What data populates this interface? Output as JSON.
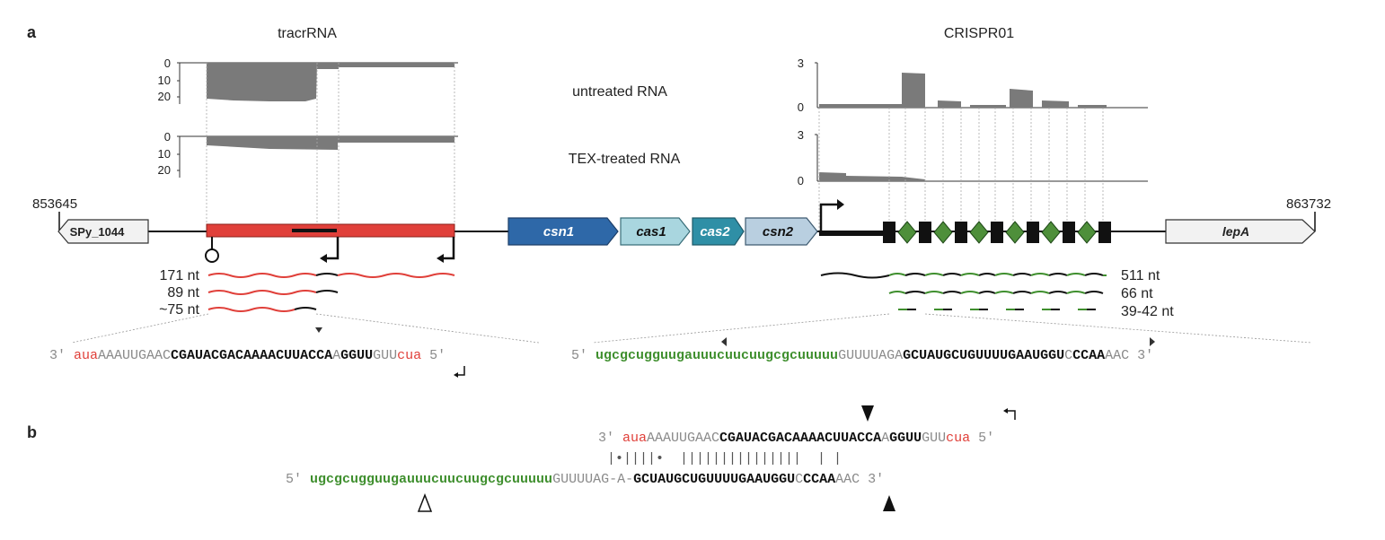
{
  "panels": {
    "a": "a",
    "b": "b"
  },
  "titles": {
    "tracr": "tracrRNA",
    "crispr": "CRISPR01"
  },
  "tracks": {
    "untreated": "untreated RNA",
    "tex": "TEX-treated RNA"
  },
  "axes": {
    "tracr_ticks": [
      "0",
      "10",
      "20"
    ],
    "crispr_ticks": [
      "3",
      "0"
    ]
  },
  "coords": {
    "left": "853645",
    "right": "863732"
  },
  "genes": {
    "spy": "SPy_1044",
    "csn1": "csn1",
    "cas1": "cas1",
    "cas2": "cas2",
    "csn2": "csn2",
    "lepa": "lepA"
  },
  "transcripts_tracr": [
    "171 nt",
    "89 nt",
    "~75 nt"
  ],
  "transcripts_crispr": [
    "511 nt",
    "66 nt",
    "39-42 nt"
  ],
  "seq_a_tracr": [
    {
      "t": "3'",
      "c": "grey",
      "b": false
    },
    {
      "t": "aua",
      "c": "red",
      "b": false
    },
    {
      "t": "AAAUUGAAC",
      "c": "grey",
      "b": false
    },
    {
      "t": "CGAUACGACAAAACUUACCA",
      "c": "black",
      "b": true
    },
    {
      "t": "A",
      "c": "grey",
      "b": false
    },
    {
      "t": "GGUU",
      "c": "black",
      "b": true
    },
    {
      "t": "GUU",
      "c": "grey",
      "b": false
    },
    {
      "t": "cua",
      "c": "red",
      "b": false
    },
    {
      "t": "5'",
      "c": "grey",
      "b": false
    }
  ],
  "seq_a_crispr": [
    {
      "t": "5'",
      "c": "grey",
      "b": false
    },
    {
      "t": "ugcgcugguugauuucuucuugcgcuuuuu",
      "c": "green",
      "b": true
    },
    {
      "t": "GUUUUAGA",
      "c": "grey",
      "b": false
    },
    {
      "t": "GCUAUGCUGUUUUGAAUGGU",
      "c": "black",
      "b": true
    },
    {
      "t": "C",
      "c": "grey",
      "b": false
    },
    {
      "t": "CCAA",
      "c": "black",
      "b": true
    },
    {
      "t": "AAC 3'",
      "c": "grey",
      "b": false
    }
  ],
  "seq_b_top": [
    {
      "t": "3'",
      "c": "grey",
      "b": false
    },
    {
      "t": "aua",
      "c": "red",
      "b": false
    },
    {
      "t": "AAAUUGAAC",
      "c": "grey",
      "b": false
    },
    {
      "t": "CGAUACGACAAAACUUACCA",
      "c": "black",
      "b": true
    },
    {
      "t": "A",
      "c": "grey",
      "b": false
    },
    {
      "t": "GGUU",
      "c": "black",
      "b": true
    },
    {
      "t": "GUU",
      "c": "grey",
      "b": false
    },
    {
      "t": "cua",
      "c": "red",
      "b": false
    },
    {
      "t": "5'",
      "c": "grey",
      "b": false
    }
  ],
  "seq_b_pairs": "|•||||•  |||||||||||||||  | |",
  "seq_b_bottom": [
    {
      "t": "5'",
      "c": "grey",
      "b": false
    },
    {
      "t": "ugcgcugguugauuucuucuugcgcuuuuu",
      "c": "green",
      "b": true
    },
    {
      "t": "GUUUUAG-A-",
      "c": "grey",
      "b": false
    },
    {
      "t": "GCUAUGCUGUUUUGAAUGGU",
      "c": "black",
      "b": true
    },
    {
      "t": "C",
      "c": "grey",
      "b": false
    },
    {
      "t": "CCAA",
      "c": "black",
      "b": true
    },
    {
      "t": "AAC 3'",
      "c": "grey",
      "b": false
    }
  ],
  "colors": {
    "red": "#e0403a",
    "green": "#3f8f2e",
    "grey": "#8a8a8a",
    "black": "#111111",
    "csn1": "#2e68a8",
    "cas1": "#a9d6df",
    "cas2": "#2f8fa6",
    "csn2": "#b9cfe0",
    "coverage": "#7a7a7a",
    "diamond": "#4e8f3a"
  }
}
